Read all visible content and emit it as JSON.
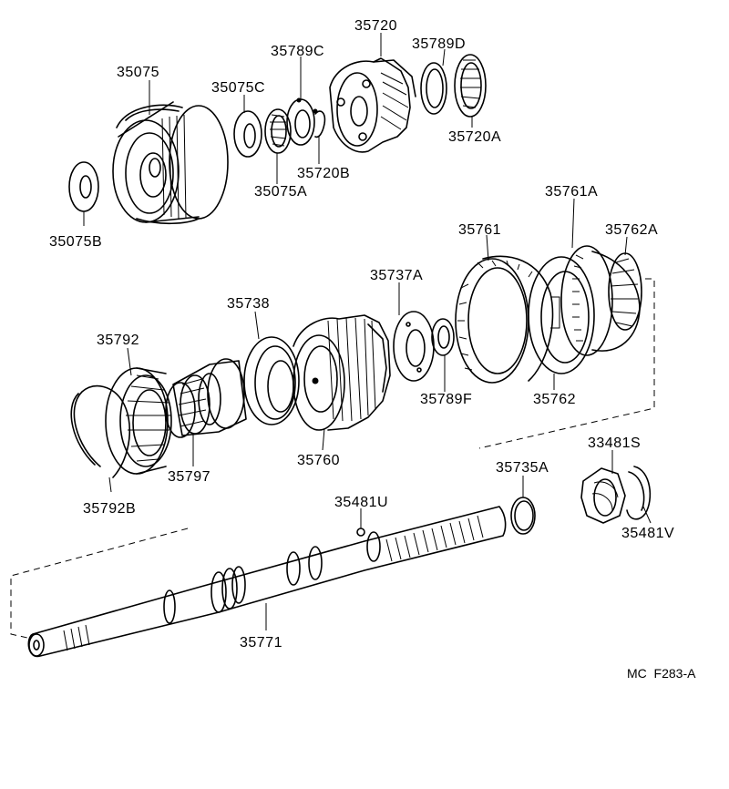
{
  "diagram": {
    "code": "MC  F283-A",
    "labels": {
      "p35720": "35720",
      "p35075": "35075",
      "p35075C": "35075C",
      "p35789C": "35789C",
      "p35789D": "35789D",
      "p35720A": "35720A",
      "p35720B": "35720B",
      "p35075A": "35075A",
      "p35075B": "35075B",
      "p35761A": "35761A",
      "p35761": "35761",
      "p35762A": "35762A",
      "p35737A": "35737A",
      "p35738": "35738",
      "p35792": "35792",
      "p35789F": "35789F",
      "p35762": "35762",
      "p33481S": "33481S",
      "p35797": "35797",
      "p35760": "35760",
      "p35735A": "35735A",
      "p35792B": "35792B",
      "p35481U": "35481U",
      "p35481V": "35481V",
      "p35771": "35771"
    }
  }
}
